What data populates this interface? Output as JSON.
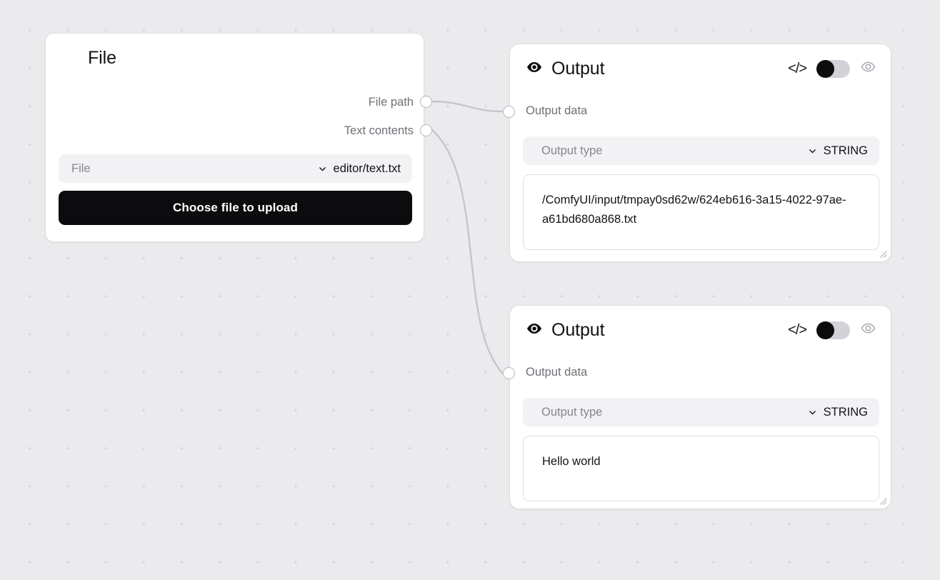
{
  "canvas": {
    "background_color": "#ebebed",
    "dot_color": "#d6d6da"
  },
  "nodes": {
    "file": {
      "title": "File",
      "outputs": [
        {
          "label": "File path"
        },
        {
          "label": "Text contents"
        }
      ],
      "file_select": {
        "label": "File",
        "value": "editor/text.txt",
        "chevron_icon": "chevron-down-icon"
      },
      "upload_button": {
        "label": "Choose file to upload",
        "color": "#0c0c0f"
      }
    },
    "output_1": {
      "title": "Output",
      "eye_icon": "eye-filled-icon",
      "code_icon": "</>",
      "toggle": {
        "state": "off",
        "track_color": "#d2d2d8",
        "knob_color": "#0c0c0f"
      },
      "preview_icon": "eye-outline-icon",
      "input_label": "Output data",
      "type_row": {
        "label": "Output type",
        "value": "STRING",
        "chevron_icon": "chevron-down-icon"
      },
      "text_value": "/ComfyUI/input/tmpay0sd62w/624eb616-3a15-4022-97ae-a61bd680a868.txt"
    },
    "output_2": {
      "title": "Output",
      "eye_icon": "eye-filled-icon",
      "code_icon": "</>",
      "toggle": {
        "state": "off",
        "track_color": "#d2d2d8",
        "knob_color": "#0c0c0f"
      },
      "preview_icon": "eye-outline-icon",
      "input_label": "Output data",
      "type_row": {
        "label": "Output type",
        "value": "STRING",
        "chevron_icon": "chevron-down-icon"
      },
      "text_value": "Hello world"
    }
  },
  "edges": [
    {
      "from": "File path",
      "to": "Output data (node 1)",
      "color": "#c5c5cc"
    },
    {
      "from": "Text contents",
      "to": "Output data (node 2)",
      "color": "#c5c5cc"
    }
  ]
}
